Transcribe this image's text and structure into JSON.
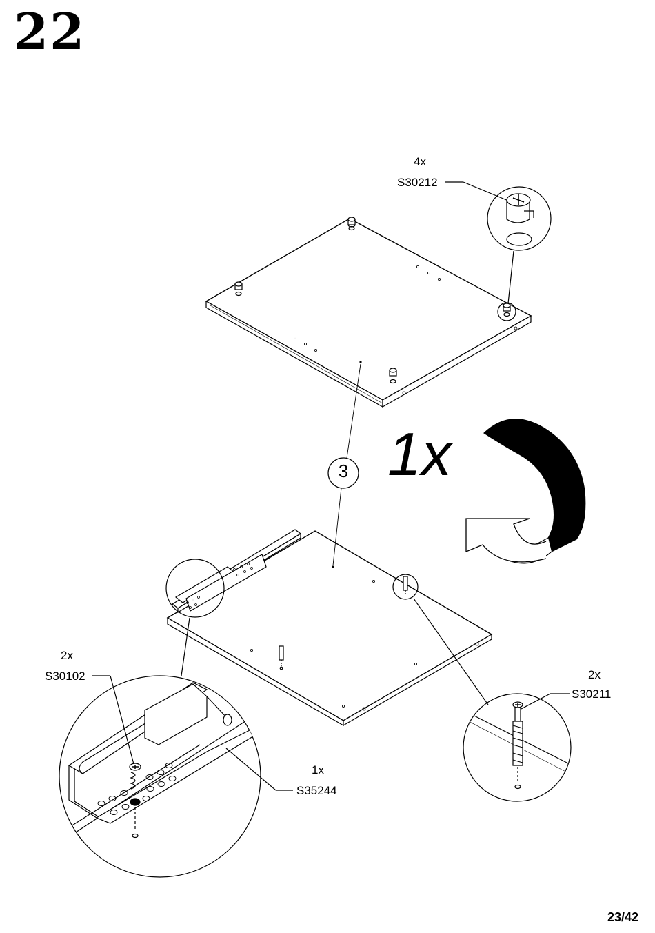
{
  "step": {
    "number": "22"
  },
  "page": {
    "counter": "23/42"
  },
  "panel": {
    "part_number": "3",
    "rotate_qty": "1x"
  },
  "callouts": {
    "cam_lock": {
      "qty": "4x",
      "code": "S30212"
    },
    "screw": {
      "qty": "2x",
      "code": "S30102"
    },
    "drawer_runner": {
      "qty": "1x",
      "code": "S35244"
    },
    "dowel_bolt": {
      "qty": "2x",
      "code": "S30211"
    }
  }
}
